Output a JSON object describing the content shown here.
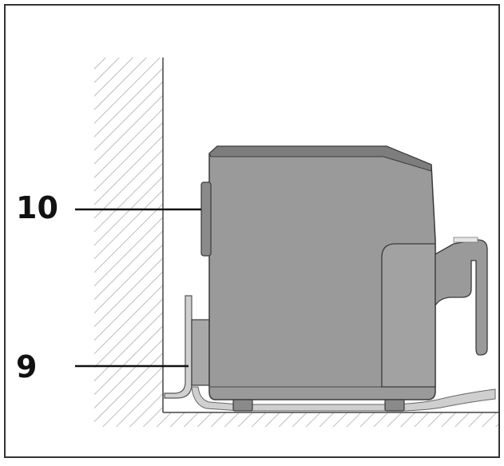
{
  "callouts": [
    {
      "number": "10",
      "target": "rear-vent"
    },
    {
      "number": "9",
      "target": "power-cord"
    }
  ],
  "colors": {
    "appliance_body": "#9a9a9a",
    "appliance_top": "#7e7e7e",
    "outline": "#3a3a3a",
    "hatch": "#b8b8b8",
    "cord": "#8c8c8c",
    "frame": "#333333"
  }
}
